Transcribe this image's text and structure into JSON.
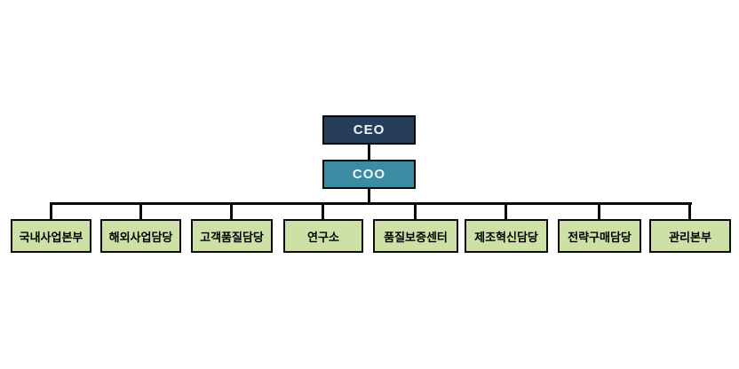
{
  "org_chart": {
    "type": "org-tree",
    "root": {
      "label": "CEO"
    },
    "deputy": {
      "label": "COO"
    },
    "departments": [
      {
        "label": "국내사업본부"
      },
      {
        "label": "해외사업담당"
      },
      {
        "label": "고객품질담당"
      },
      {
        "label": "연구소"
      },
      {
        "label": "품질보증센터"
      },
      {
        "label": "제조혁신담당"
      },
      {
        "label": "전략구매담당"
      },
      {
        "label": "관리본부"
      }
    ],
    "colors": {
      "ceo_box": "#263E5C",
      "coo_box": "#3B8CA3",
      "department_box": "#CDE0A5",
      "box_border": "#0a0a0a",
      "connector_line": "#0a0a0a",
      "executive_text": "#EFF4F6",
      "department_text": "#000000",
      "background": "#ffffff"
    }
  }
}
